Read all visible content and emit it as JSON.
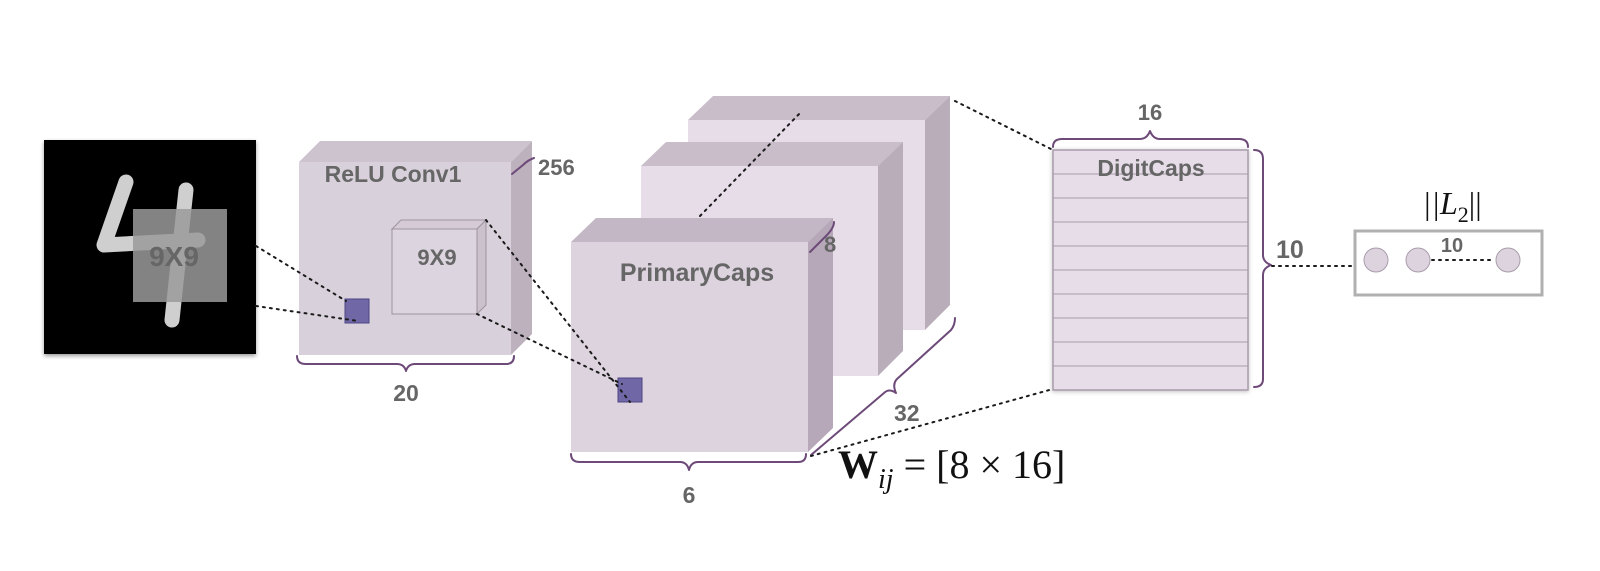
{
  "input": {
    "kernel_label": "9X9"
  },
  "conv1": {
    "title": "ReLU Conv1",
    "kernel_label": "9X9",
    "depth_label": "256",
    "width_label": "20"
  },
  "primarycaps": {
    "title": "PrimaryCaps",
    "depth_label": "8",
    "width_label": "6",
    "count_label": "32"
  },
  "digitcaps": {
    "title": "DigitCaps",
    "width_label": "16",
    "height_label": "10",
    "row_count": 10
  },
  "output": {
    "norm_label": "||L2||",
    "count_label": "10"
  },
  "weights": {
    "label": "Wij = [8 × 16]"
  },
  "colors": {
    "block_face": "#ddd3df",
    "block_top": "#c4b7c5",
    "block_side": "#b6a8b8",
    "kernel": "#6f67a6",
    "brace": "#6d4a78"
  }
}
